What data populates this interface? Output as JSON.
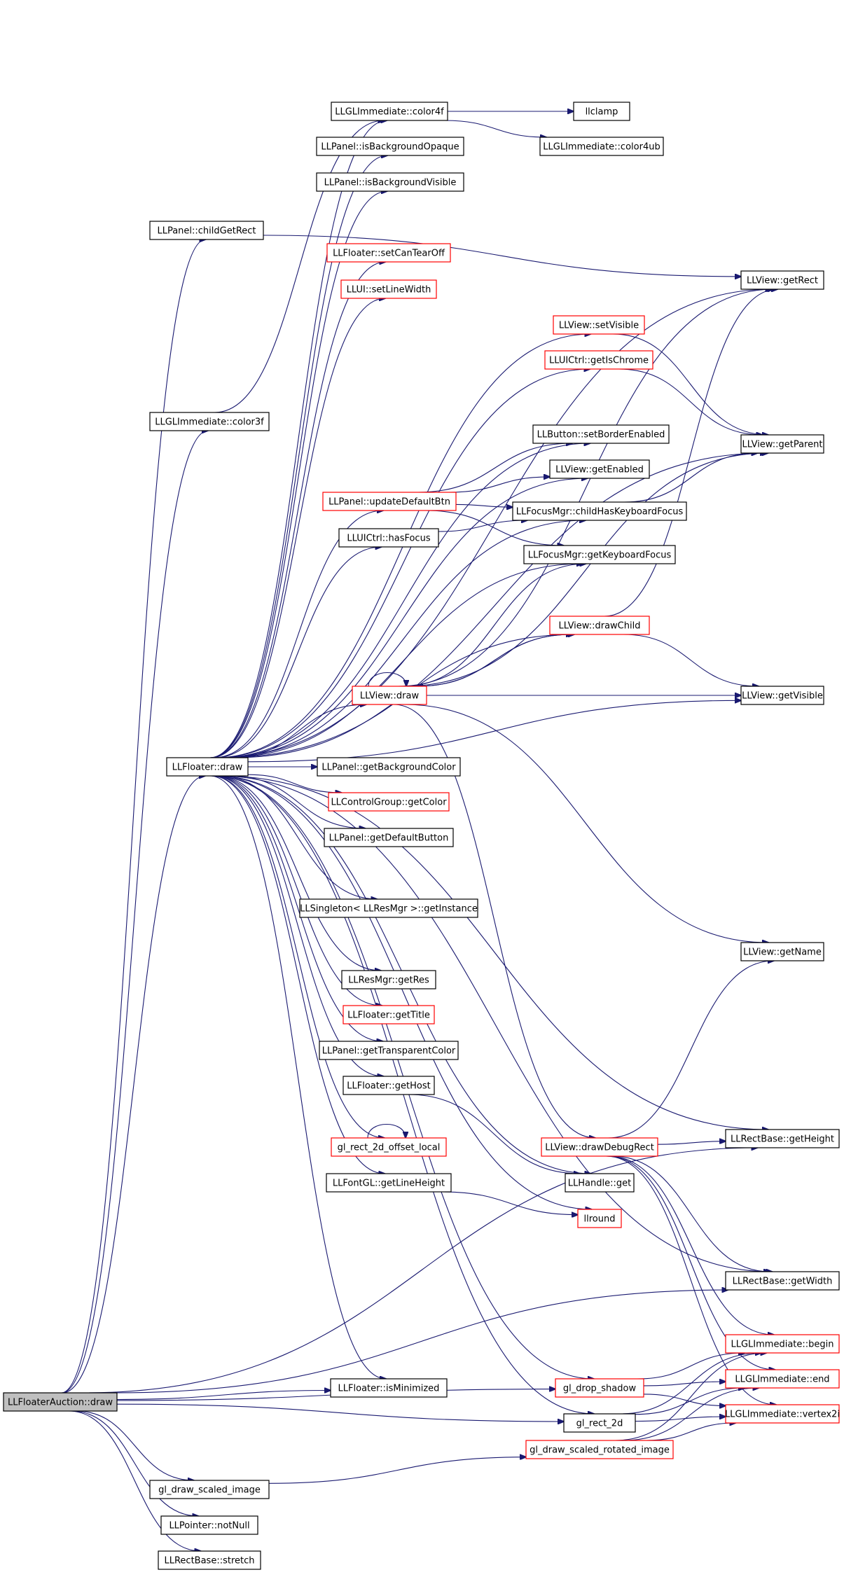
{
  "diagram": {
    "colors": {
      "edge": "#191970",
      "red_border": "#ff0000",
      "black_border": "#000000",
      "root_fill": "#bfbfbf"
    },
    "nodes": [
      {
        "id": "root",
        "label": "LLFloaterAuction::draw",
        "style": "gray"
      },
      {
        "id": "childGetRect",
        "label": "LLPanel::childGetRect",
        "style": "black"
      },
      {
        "id": "color3f",
        "label": "LLGLImmediate::color3f",
        "style": "black"
      },
      {
        "id": "floaterDraw",
        "label": "LLFloater::draw",
        "style": "black"
      },
      {
        "id": "color4f",
        "label": "LLGLImmediate::color4f",
        "style": "black"
      },
      {
        "id": "llclamp",
        "label": "llclamp",
        "style": "black"
      },
      {
        "id": "color4ub",
        "label": "LLGLImmediate::color4ub",
        "style": "black"
      },
      {
        "id": "isBgOpaque",
        "label": "LLPanel::isBackgroundOpaque",
        "style": "black"
      },
      {
        "id": "isBgVisible",
        "label": "LLPanel::isBackgroundVisible",
        "style": "black"
      },
      {
        "id": "setCanTearOff",
        "label": "LLFloater::setCanTearOff",
        "style": "red"
      },
      {
        "id": "setLineWidth",
        "label": "LLUI::setLineWidth",
        "style": "red"
      },
      {
        "id": "getRect",
        "label": "LLView::getRect",
        "style": "black"
      },
      {
        "id": "setVisible",
        "label": "LLView::setVisible",
        "style": "red"
      },
      {
        "id": "getIsChrome",
        "label": "LLUICtrl::getIsChrome",
        "style": "red"
      },
      {
        "id": "setBorderEnabled",
        "label": "LLButton::setBorderEnabled",
        "style": "black"
      },
      {
        "id": "getParent",
        "label": "LLView::getParent",
        "style": "black"
      },
      {
        "id": "getEnabled",
        "label": "LLView::getEnabled",
        "style": "black"
      },
      {
        "id": "updateDefaultBtn",
        "label": "LLPanel::updateDefaultBtn",
        "style": "red"
      },
      {
        "id": "childHasKbFocus",
        "label": "LLFocusMgr::childHasKeyboardFocus",
        "style": "black"
      },
      {
        "id": "hasFocus",
        "label": "LLUICtrl::hasFocus",
        "style": "black"
      },
      {
        "id": "getKbFocus",
        "label": "LLFocusMgr::getKeyboardFocus",
        "style": "black"
      },
      {
        "id": "drawChild",
        "label": "LLView::drawChild",
        "style": "red"
      },
      {
        "id": "viewDraw",
        "label": "LLView::draw",
        "style": "red"
      },
      {
        "id": "getVisible",
        "label": "LLView::getVisible",
        "style": "black"
      },
      {
        "id": "getBgColor",
        "label": "LLPanel::getBackgroundColor",
        "style": "black"
      },
      {
        "id": "getColor",
        "label": "LLControlGroup::getColor",
        "style": "red"
      },
      {
        "id": "getDefaultButton",
        "label": "LLPanel::getDefaultButton",
        "style": "black"
      },
      {
        "id": "getInstance",
        "label": "LLSingleton< LLResMgr >::getInstance",
        "style": "black"
      },
      {
        "id": "getName",
        "label": "LLView::getName",
        "style": "black"
      },
      {
        "id": "getRes",
        "label": "LLResMgr::getRes",
        "style": "black"
      },
      {
        "id": "getTitle",
        "label": "LLFloater::getTitle",
        "style": "red"
      },
      {
        "id": "getTransparentColor",
        "label": "LLPanel::getTransparentColor",
        "style": "black"
      },
      {
        "id": "getHost",
        "label": "LLFloater::getHost",
        "style": "black"
      },
      {
        "id": "getHeight",
        "label": "LLRectBase::getHeight",
        "style": "black"
      },
      {
        "id": "glRect2dOffset",
        "label": "gl_rect_2d_offset_local",
        "style": "red"
      },
      {
        "id": "drawDebugRect",
        "label": "LLView::drawDebugRect",
        "style": "red"
      },
      {
        "id": "handleGet",
        "label": "LLHandle::get",
        "style": "black"
      },
      {
        "id": "getLineHeight",
        "label": "LLFontGL::getLineHeight",
        "style": "black"
      },
      {
        "id": "llround",
        "label": "llround",
        "style": "red"
      },
      {
        "id": "getWidth",
        "label": "LLRectBase::getWidth",
        "style": "black"
      },
      {
        "id": "begin",
        "label": "LLGLImmediate::begin",
        "style": "red"
      },
      {
        "id": "glDropShadow",
        "label": "gl_drop_shadow",
        "style": "red"
      },
      {
        "id": "isMinimized",
        "label": "LLFloater::isMinimized",
        "style": "black"
      },
      {
        "id": "end",
        "label": "LLGLImmediate::end",
        "style": "red"
      },
      {
        "id": "glRect2d",
        "label": "gl_rect_2d",
        "style": "black"
      },
      {
        "id": "vertex2i",
        "label": "LLGLImmediate::vertex2i",
        "style": "red"
      },
      {
        "id": "glDrawScaledRotated",
        "label": "gl_draw_scaled_rotated_image",
        "style": "red"
      },
      {
        "id": "glDrawScaled",
        "label": "gl_draw_scaled_image",
        "style": "black"
      },
      {
        "id": "notNull",
        "label": "LLPointer::notNull",
        "style": "black"
      },
      {
        "id": "stretch",
        "label": "LLRectBase::stretch",
        "style": "black"
      }
    ],
    "edges": [
      [
        "root",
        "childGetRect"
      ],
      [
        "root",
        "color3f"
      ],
      [
        "root",
        "floaterDraw"
      ],
      [
        "root",
        "getHeight"
      ],
      [
        "root",
        "getWidth"
      ],
      [
        "root",
        "glDropShadow"
      ],
      [
        "root",
        "isMinimized"
      ],
      [
        "root",
        "glRect2d"
      ],
      [
        "root",
        "glDrawScaled"
      ],
      [
        "root",
        "notNull"
      ],
      [
        "root",
        "stretch"
      ],
      [
        "childGetRect",
        "getRect"
      ],
      [
        "color3f",
        "color4f"
      ],
      [
        "color4f",
        "llclamp"
      ],
      [
        "color4f",
        "color4ub"
      ],
      [
        "floaterDraw",
        "color4f"
      ],
      [
        "floaterDraw",
        "isBgOpaque"
      ],
      [
        "floaterDraw",
        "isBgVisible"
      ],
      [
        "floaterDraw",
        "setCanTearOff"
      ],
      [
        "floaterDraw",
        "setLineWidth"
      ],
      [
        "floaterDraw",
        "getRect"
      ],
      [
        "floaterDraw",
        "setVisible"
      ],
      [
        "floaterDraw",
        "getIsChrome"
      ],
      [
        "floaterDraw",
        "setBorderEnabled"
      ],
      [
        "floaterDraw",
        "getParent"
      ],
      [
        "floaterDraw",
        "getEnabled"
      ],
      [
        "floaterDraw",
        "updateDefaultBtn"
      ],
      [
        "floaterDraw",
        "childHasKbFocus"
      ],
      [
        "floaterDraw",
        "hasFocus"
      ],
      [
        "floaterDraw",
        "getKbFocus"
      ],
      [
        "floaterDraw",
        "drawChild"
      ],
      [
        "floaterDraw",
        "viewDraw"
      ],
      [
        "floaterDraw",
        "getVisible"
      ],
      [
        "floaterDraw",
        "getBgColor"
      ],
      [
        "floaterDraw",
        "getColor"
      ],
      [
        "floaterDraw",
        "getDefaultButton"
      ],
      [
        "floaterDraw",
        "getInstance"
      ],
      [
        "floaterDraw",
        "getRes"
      ],
      [
        "floaterDraw",
        "getTitle"
      ],
      [
        "floaterDraw",
        "getTransparentColor"
      ],
      [
        "floaterDraw",
        "getHost"
      ],
      [
        "floaterDraw",
        "getHeight"
      ],
      [
        "floaterDraw",
        "glRect2dOffset"
      ],
      [
        "floaterDraw",
        "handleGet"
      ],
      [
        "floaterDraw",
        "getLineHeight"
      ],
      [
        "floaterDraw",
        "llround"
      ],
      [
        "floaterDraw",
        "getWidth"
      ],
      [
        "floaterDraw",
        "isMinimized"
      ],
      [
        "floaterDraw",
        "glRect2d"
      ],
      [
        "floaterDraw",
        "glDropShadow"
      ],
      [
        "setVisible",
        "getParent"
      ],
      [
        "getIsChrome",
        "getParent"
      ],
      [
        "updateDefaultBtn",
        "setBorderEnabled"
      ],
      [
        "updateDefaultBtn",
        "getEnabled"
      ],
      [
        "updateDefaultBtn",
        "childHasKbFocus"
      ],
      [
        "updateDefaultBtn",
        "getKbFocus"
      ],
      [
        "childHasKbFocus",
        "getParent"
      ],
      [
        "hasFocus",
        "childHasKbFocus"
      ],
      [
        "drawChild",
        "getRect"
      ],
      [
        "drawChild",
        "getVisible"
      ],
      [
        "drawChild",
        "viewDraw"
      ],
      [
        "viewDraw",
        "viewDraw"
      ],
      [
        "viewDraw",
        "getKbFocus"
      ],
      [
        "viewDraw",
        "getRect"
      ],
      [
        "viewDraw",
        "getParent"
      ],
      [
        "viewDraw",
        "drawChild"
      ],
      [
        "viewDraw",
        "getVisible"
      ],
      [
        "viewDraw",
        "getName"
      ],
      [
        "viewDraw",
        "drawDebugRect"
      ],
      [
        "getHost",
        "handleGet"
      ],
      [
        "glRect2dOffset",
        "glRect2dOffset"
      ],
      [
        "getLineHeight",
        "llround"
      ],
      [
        "drawDebugRect",
        "getName"
      ],
      [
        "drawDebugRect",
        "getHeight"
      ],
      [
        "drawDebugRect",
        "getWidth"
      ],
      [
        "drawDebugRect",
        "begin"
      ],
      [
        "drawDebugRect",
        "end"
      ],
      [
        "drawDebugRect",
        "vertex2i"
      ],
      [
        "glDropShadow",
        "begin"
      ],
      [
        "glDropShadow",
        "end"
      ],
      [
        "glDropShadow",
        "vertex2i"
      ],
      [
        "glRect2d",
        "begin"
      ],
      [
        "glRect2d",
        "end"
      ],
      [
        "glRect2d",
        "vertex2i"
      ],
      [
        "glDrawScaledRotated",
        "begin"
      ],
      [
        "glDrawScaledRotated",
        "end"
      ],
      [
        "glDrawScaledRotated",
        "vertex2i"
      ],
      [
        "glDrawScaled",
        "glDrawScaledRotated"
      ]
    ]
  }
}
